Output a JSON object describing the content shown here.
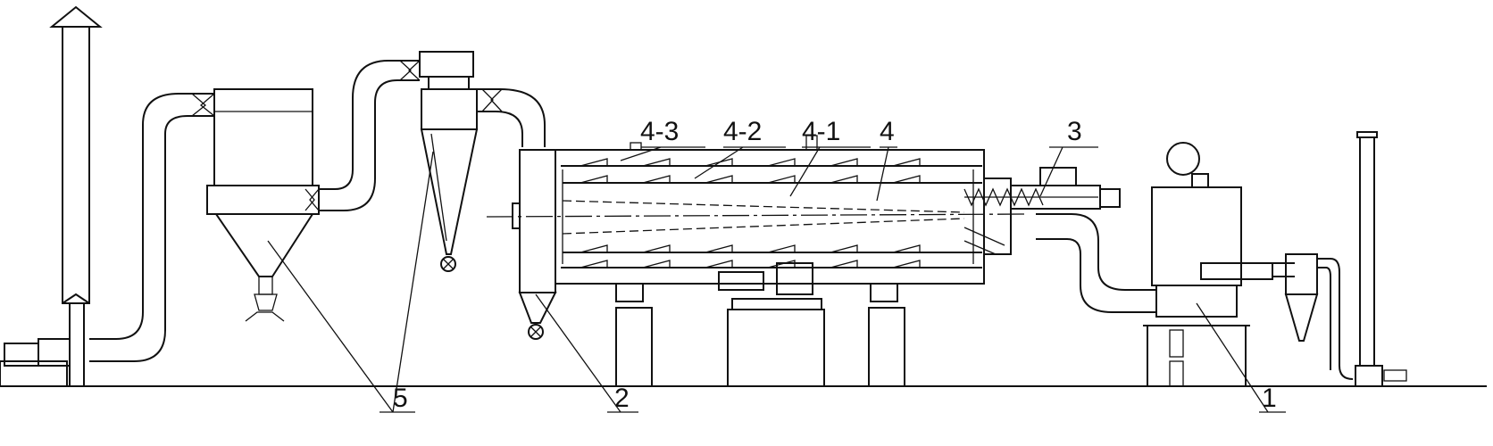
{
  "labels": {
    "part_4_3": "4-3",
    "part_4_2": "4-2",
    "part_4_1": "4-1",
    "part_4": "4",
    "part_3": "3",
    "part_5": "5",
    "part_2": "2",
    "part_1": "1"
  }
}
